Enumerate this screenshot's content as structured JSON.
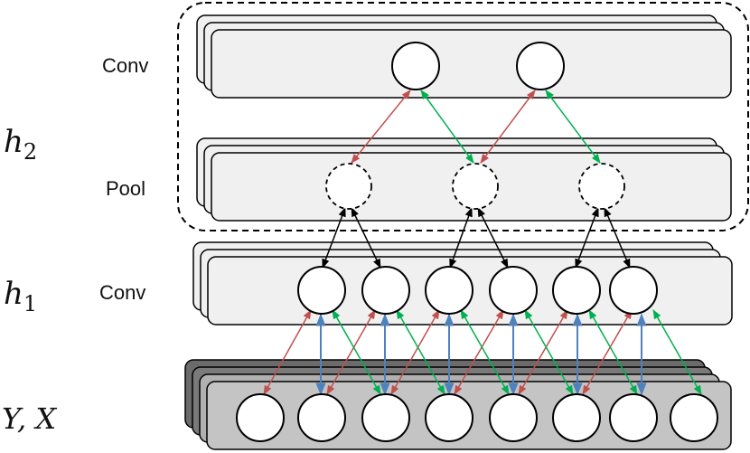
{
  "layers": {
    "top_conv": "Conv",
    "pool": "Pool",
    "mid_conv": "Conv"
  },
  "side_labels": {
    "h2_base": "h",
    "h2_sub": "2",
    "h1_base": "h",
    "h1_sub": "1",
    "input": "Y, X"
  },
  "colors": {
    "panel_fill": "#f0f0f0",
    "input_fill": "#c4c4c4",
    "input_back_fill": "#6b6b6b",
    "red_arrow": "#c0504d",
    "green_arrow": "#00b050",
    "blue_arrow": "#4f81bd",
    "black_arrow": "#000000"
  }
}
